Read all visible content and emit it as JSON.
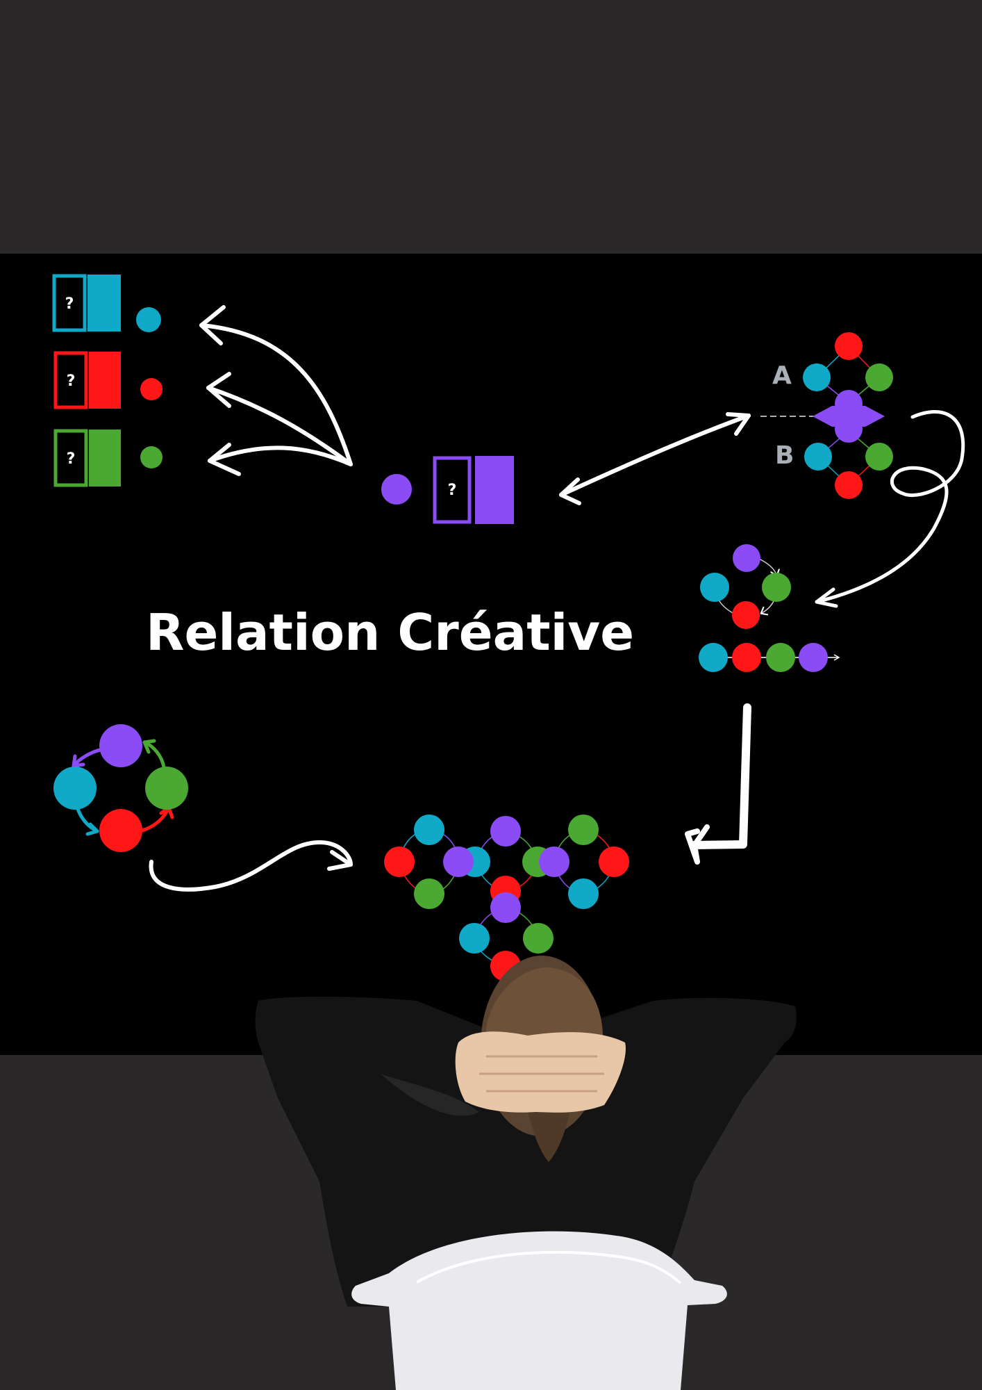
{
  "title": "Relation Créative",
  "labels": {
    "a": "A",
    "b": "B",
    "question_mark": "?"
  },
  "colors": {
    "cyan": "#10aac8",
    "red": "#ff1717",
    "green": "#4aa833",
    "purple": "#8b4cf5",
    "arrow": "#ffffff",
    "background": "#2a2829",
    "board": "#000000",
    "label_gray": "#a9b0b8"
  },
  "icons": [
    "question-box-icon",
    "curved-arrow-icon",
    "loop-arrow-icon",
    "double-arrow-icon",
    "corner-arrow-icon",
    "wave-arrow-icon",
    "white-chair-icon",
    "person-back-hands-behind-head"
  ]
}
